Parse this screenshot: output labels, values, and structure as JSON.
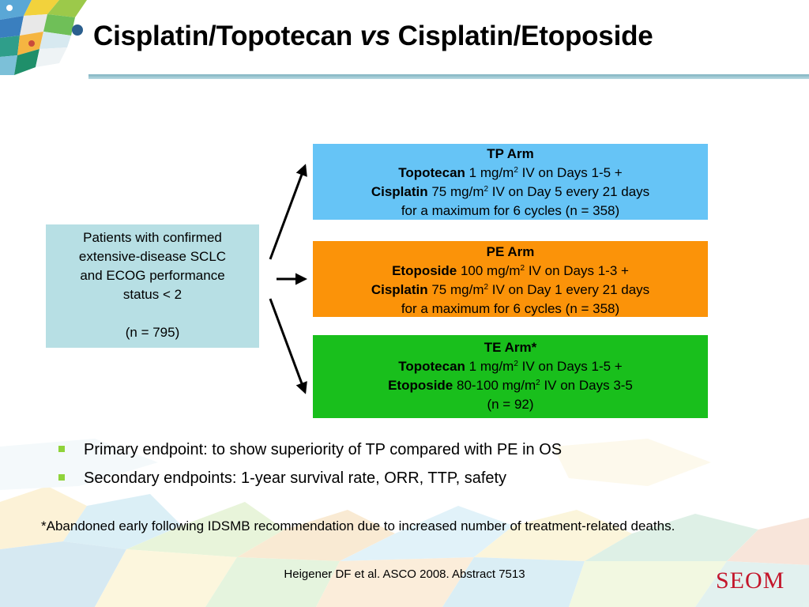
{
  "title": {
    "part1": "Cisplatin/Topotecan ",
    "vs": "vs",
    "part2": " Cisplatin/Etoposide"
  },
  "patients": {
    "line1": "Patients with confirmed",
    "line2": "extensive-disease SCLC",
    "line3": "and ECOG performance",
    "line4": "status < 2",
    "n": "(n = 795)"
  },
  "arms": {
    "tp": {
      "title": "TP Arm",
      "drug1": "Topotecan",
      "dose1a": " 1 mg/m",
      "sup1": "2",
      "dose1b": " IV on Days 1-5 +",
      "drug2": "Cisplatin",
      "dose2a": " 75 mg/m",
      "sup2": "2",
      "dose2b": " IV on Day 5 every 21 days",
      "tail": "for a maximum for 6 cycles (n = 358)"
    },
    "pe": {
      "title": "PE Arm",
      "drug1": "Etoposide",
      "dose1a": " 100 mg/m",
      "sup1": "2",
      "dose1b": " IV on Days 1-3 +",
      "drug2": "Cisplatin",
      "dose2a": " 75 mg/m",
      "sup2": "2",
      "dose2b": " IV on Day 1 every 21 days",
      "tail": "for a maximum for 6 cycles (n = 358)"
    },
    "te": {
      "title": "TE Arm*",
      "drug1": "Topotecan",
      "dose1a": " 1 mg/m",
      "sup1": "2",
      "dose1b": " IV on Days 1-5 +",
      "drug2": "Etoposide",
      "dose2a": " 80-100 mg/m",
      "sup2": "2",
      "dose2b": " IV on Days 3-5",
      "tail": "(n = 92)"
    }
  },
  "bullets": [
    "Primary endpoint: to show superiority of TP compared with PE in OS",
    "Secondary endpoints: 1-year survival rate, ORR, TTP, safety"
  ],
  "footnote": "*Abandoned early following IDSMB recommendation due to increased number of treatment-related deaths.",
  "citation": "Heigener DF et al. ASCO 2008. Abstract 7513",
  "logo": "SEOM",
  "colors": {
    "tp_arm": "#66c4f6",
    "pe_arm": "#fb9309",
    "te_arm": "#19bf1c",
    "patients": "#b7dfe4",
    "bullet": "#8fd33a",
    "logo": "#c4162b"
  }
}
